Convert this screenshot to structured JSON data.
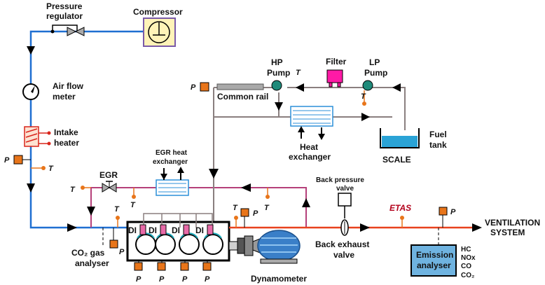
{
  "labels": {
    "pressure_regulator": [
      "Pressure",
      "regulator"
    ],
    "compressor": "Compressor",
    "air_flow_meter": [
      "Air flow",
      "meter"
    ],
    "intake_heater": [
      "Intake",
      "heater"
    ],
    "common_rail": "Common rail",
    "hp_pump": [
      "HP",
      "Pump"
    ],
    "filter": "Filter",
    "lp_pump": [
      "LP",
      "Pump"
    ],
    "heat_exchanger": [
      "Heat",
      "exchanger"
    ],
    "fuel_tank": [
      "Fuel",
      "tank"
    ],
    "scale": "SCALE",
    "egr_heat_exchanger": [
      "EGR heat",
      "exchanger"
    ],
    "egr": "EGR",
    "back_pressure_valve": [
      "Back pressure",
      "valve"
    ],
    "etas": "ETAS",
    "ventilation_system": [
      "VENTILATION",
      "SYSTEM"
    ],
    "co2_gas_analyser": [
      "CO₂ gas",
      "analyser"
    ],
    "back_exhaust_valve": [
      "Back exhaust",
      "valve"
    ],
    "dynamometer": "Dynamometer",
    "emission_analyser": [
      "Emission",
      "analyser"
    ],
    "emissions": [
      "HC",
      "NOx",
      "CO",
      "CO₂"
    ],
    "injector": "DI",
    "sensor_p": "P",
    "sensor_t": "T"
  },
  "colors": {
    "air_line": "#1f6fd1",
    "exhaust_line": "#e8421e",
    "egr_line": "#b5407a",
    "fuel_line": "#8a7f7f",
    "sensor_orange": "#e8751a",
    "filter_magenta": "#ff1aa6",
    "pump_teal": "#1f8a7a",
    "heat_exchanger_blue": "#2b8fd8",
    "compressor_fill": "#fff3b8",
    "tank_fill": "#2aa3d6"
  }
}
